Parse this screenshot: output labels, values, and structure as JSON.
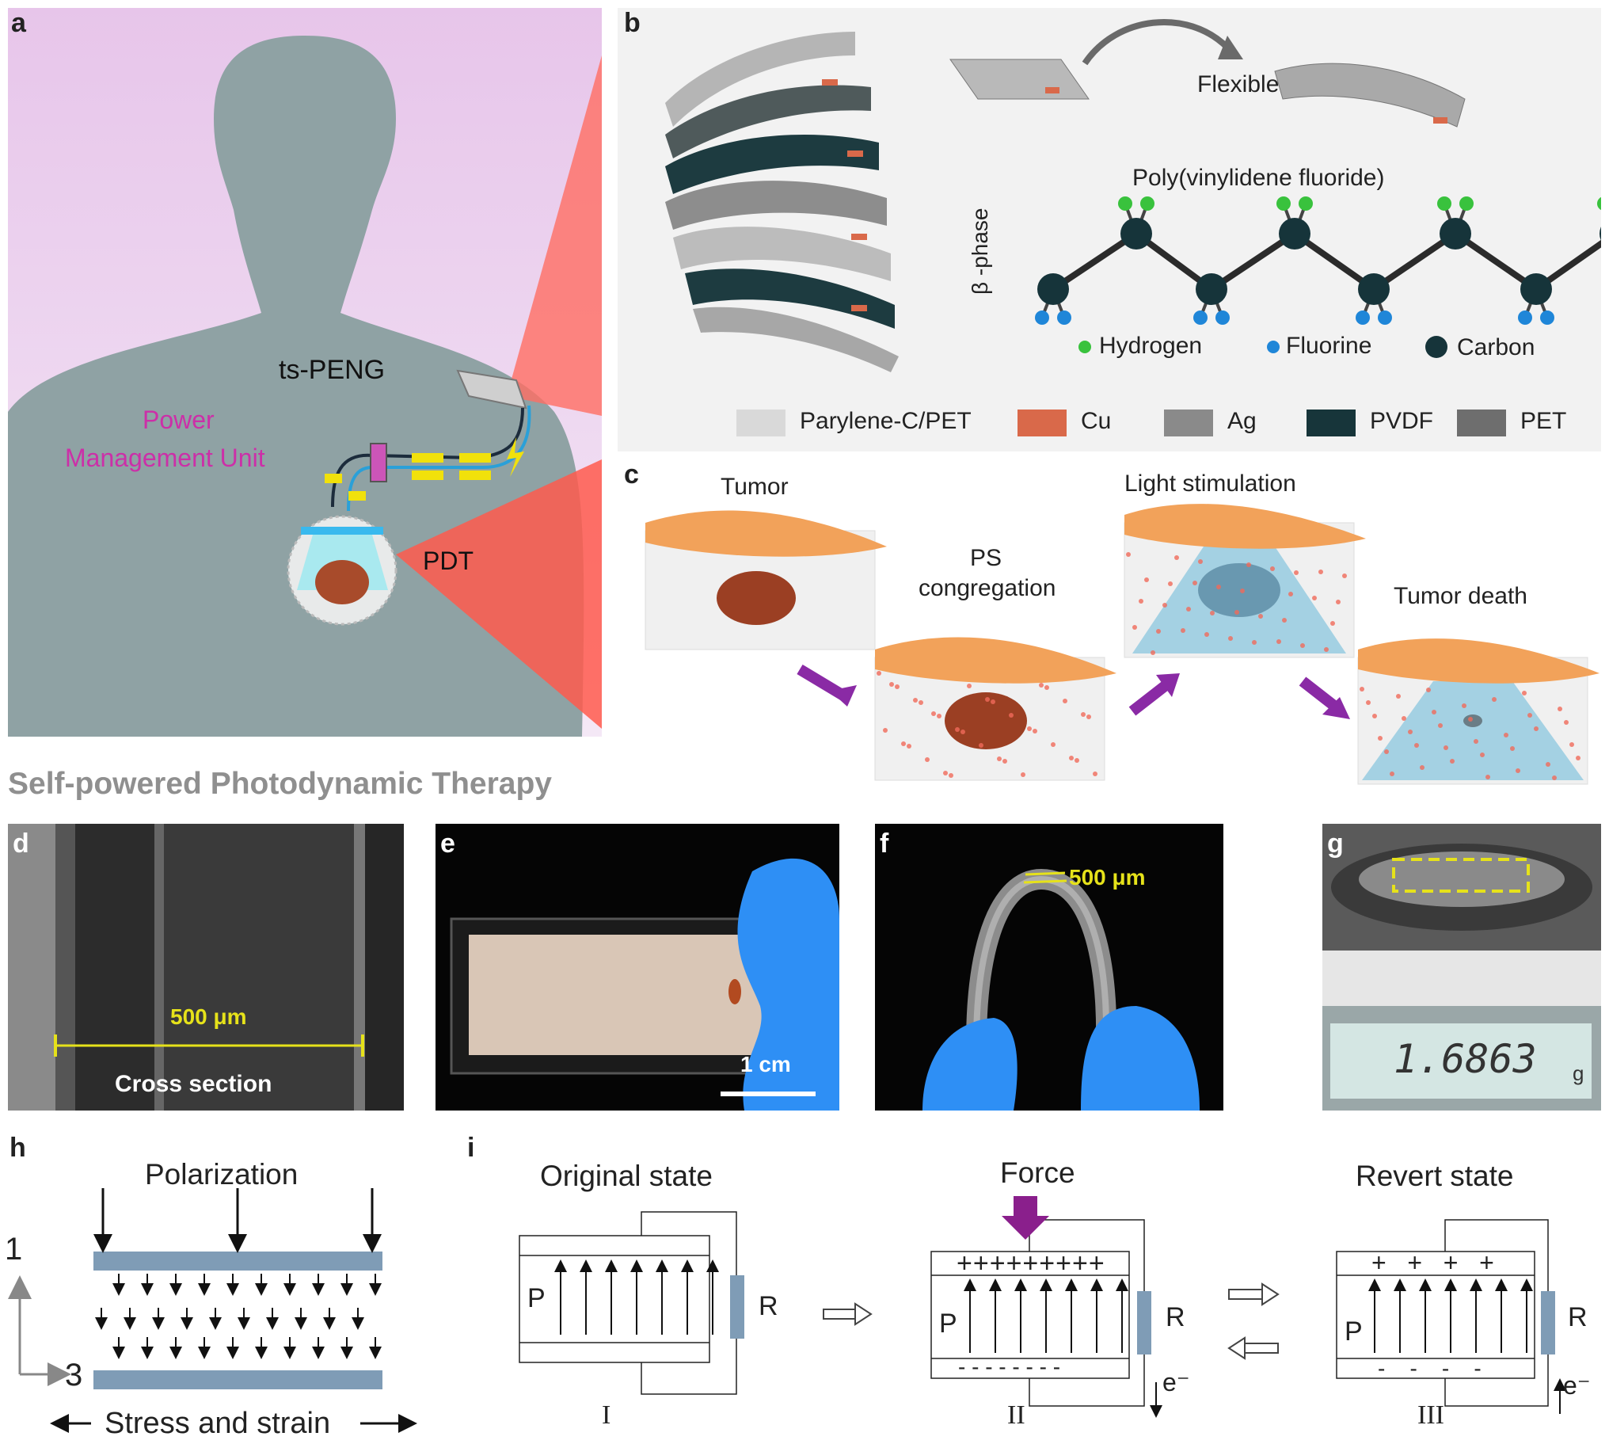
{
  "panel_a": {
    "label": "a",
    "device_label": "ts-PENG",
    "pmu_line1": "Power",
    "pmu_line2": "Management Unit",
    "therapy_label": "PDT",
    "caption": "Self-powered Photodynamic Therapy"
  },
  "panel_b": {
    "label": "b",
    "flexible_label": "Flexible",
    "polymer_title": "Poly(vinylidene fluoride)",
    "phase_label": "β -phase",
    "atoms": {
      "hydrogen": "Hydrogen",
      "fluorine": "Fluorine",
      "carbon": "Carbon"
    },
    "legend": [
      "Parylene-C/PET",
      "Cu",
      "Ag",
      "PVDF",
      "PET"
    ],
    "colors": {
      "parylene": "#d9d9d9",
      "cu": "#d9694a",
      "ag": "#8a8a8a",
      "pvdf": "#17353a",
      "pet": "#6e6e6e",
      "hydrogen": "#39c23d",
      "fluorine": "#1f86d8",
      "carbon": "#16343a"
    }
  },
  "panel_c": {
    "label": "c",
    "steps": [
      "Tumor",
      "PS congregation",
      "Light stimulation",
      "Tumor death"
    ],
    "step2_line1": "PS",
    "step2_line2": "congregation",
    "arrow_color": "#8a2aa5"
  },
  "panel_d": {
    "label": "d",
    "scale_text": "500 μm",
    "caption": "Cross section"
  },
  "panel_e": {
    "label": "e",
    "scale_text": "1 cm"
  },
  "panel_f": {
    "label": "f",
    "scale_text": "500 μm"
  },
  "panel_g": {
    "label": "g",
    "reading": "1.6863",
    "unit": "g"
  },
  "panel_h": {
    "label": "h",
    "title": "Polarization",
    "axis_1": "1",
    "axis_3": "3",
    "bottom_text": "Stress and strain"
  },
  "panel_i": {
    "label": "i",
    "states": [
      {
        "title": "Original state",
        "roman": "I",
        "p": "P",
        "r": "R"
      },
      {
        "title": "Force",
        "roman": "II",
        "p": "P",
        "r": "R",
        "plus": "+++++++++",
        "minus": "- - - - - - - -",
        "electron": "e⁻"
      },
      {
        "title": "Revert state",
        "roman": "III",
        "p": "P",
        "r": "R",
        "plus": "+   +   +   +",
        "minus": "-    -    -    -",
        "electron": "e⁻"
      }
    ],
    "force_color": "#8a1f8c"
  }
}
